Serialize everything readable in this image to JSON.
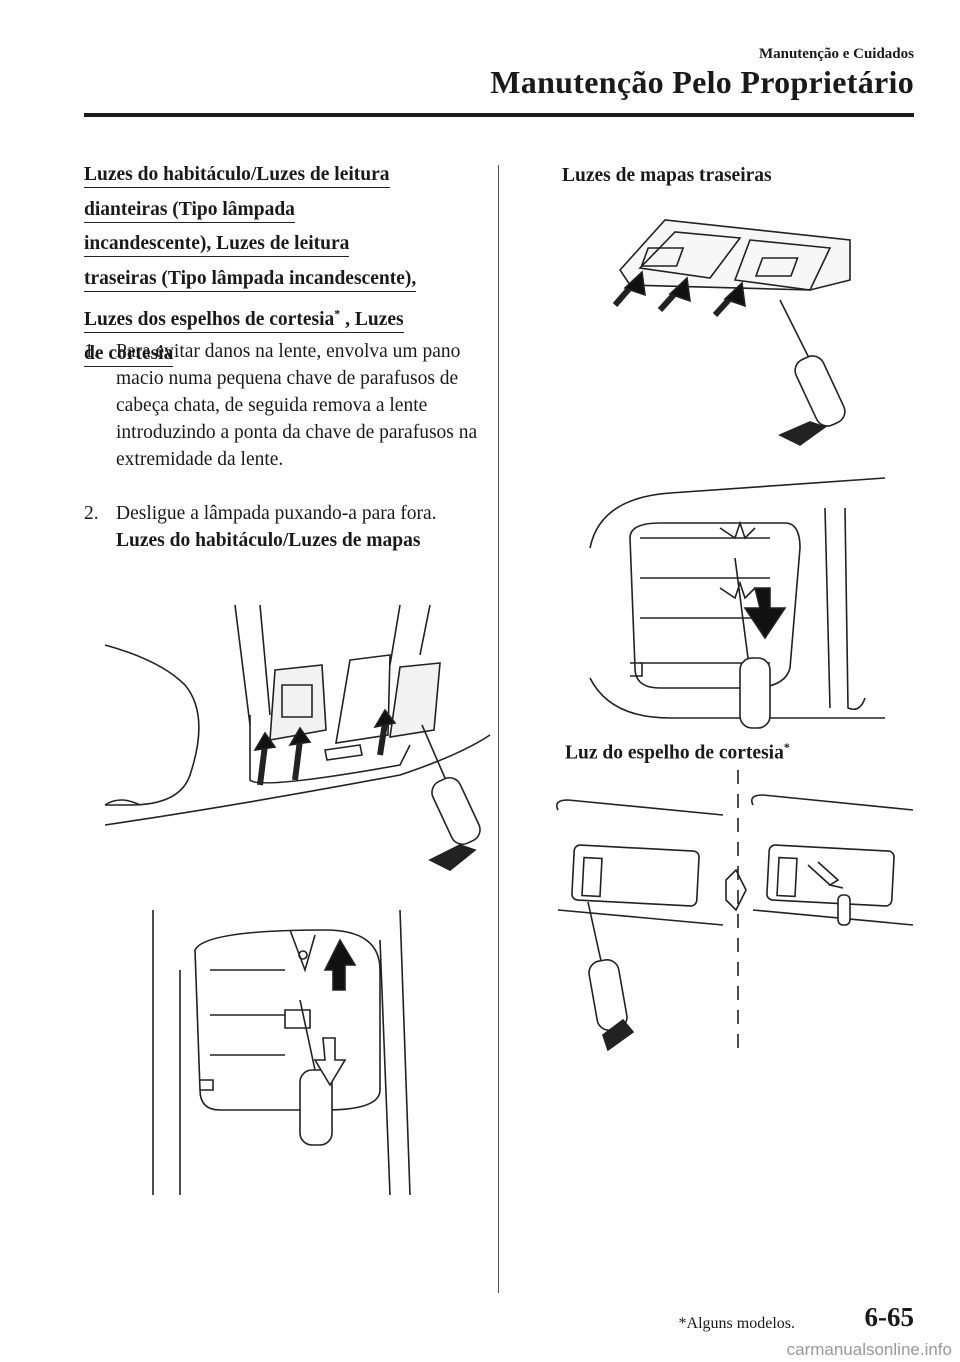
{
  "header": {
    "chapter": "Manutenção e Cuidados",
    "section": "Manutenção Pelo Proprietário"
  },
  "heading": {
    "line1": "Luzes do habitáculo/Luzes de leitura",
    "line2": "dianteiras (Tipo lâmpada",
    "line3": "incandescente), Luzes de leitura",
    "line4": "traseiras (Tipo lâmpada incandescente),",
    "line5a": "Luzes dos espelhos de cortesia",
    "asterisk": "*",
    "line5b": " , Luzes",
    "line6": "de cortesia"
  },
  "steps": [
    {
      "num": "1.",
      "text": "Para evitar danos na lente, envolva um pano macio numa pequena chave de parafusos de cabeça chata, de seguida remova a lente introduzindo a ponta da chave de parafusos na extremidade da lente."
    },
    {
      "num": "2.",
      "text": "Desligue a lâmpada puxando-a para fora.",
      "sub": "Luzes do habitáculo/Luzes de mapas"
    }
  ],
  "captions": {
    "rear_map": "Luzes de mapas traseiras",
    "vanity": "Luz do espelho de cortesia",
    "vanity_asterisk": "*"
  },
  "footer": {
    "footnote": "*Alguns modelos.",
    "page": "6-65",
    "watermark": "carmanualsonline.info"
  }
}
